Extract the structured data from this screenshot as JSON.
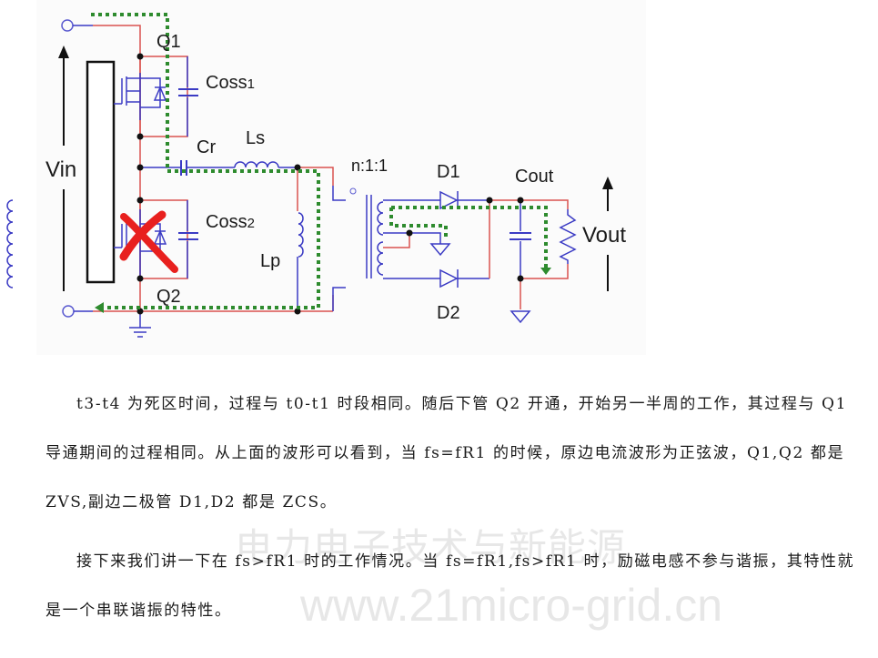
{
  "circuit": {
    "labels": {
      "q1": "Q1",
      "q2": "Q2",
      "coss1_main": "Coss",
      "coss1_sub": "1",
      "coss2_main": "Coss",
      "coss2_sub": "2",
      "cr": "Cr",
      "ls": "Ls",
      "lp": "Lp",
      "vin": "Vin",
      "ratio": "n:1:1",
      "d1": "D1",
      "d2": "D2",
      "cout": "Cout",
      "vout": "Vout"
    },
    "colors": {
      "wire_red": "#d9534f",
      "wire_blue": "#3b3bc4",
      "current_path": "#2e8b2e",
      "cross_mark": "#e8201e"
    }
  },
  "text": {
    "paragraph1": "t3-t4 为死区时间，过程与 t0-t1 时段相同。随后下管 Q2 开通，开始另一半周的工作，其过程与 Q1 导通期间的过程相同。从上面的波形可以看到，当 fs=fR1 的时候，原边电流波形为正弦波，Q1,Q2 都是 ZVS,副边二极管 D1,D2 都是 ZCS。",
    "paragraph2": "接下来我们讲一下在 fs>fR1 时的工作情况。当 fs=fR1,fs>fR1 时，励磁电感不参与谐振，其特性就是一个串联谐振的特性。"
  },
  "watermark": {
    "line1": "电力电子技术与新能源",
    "line2": "www.21micro-grid.cn"
  }
}
